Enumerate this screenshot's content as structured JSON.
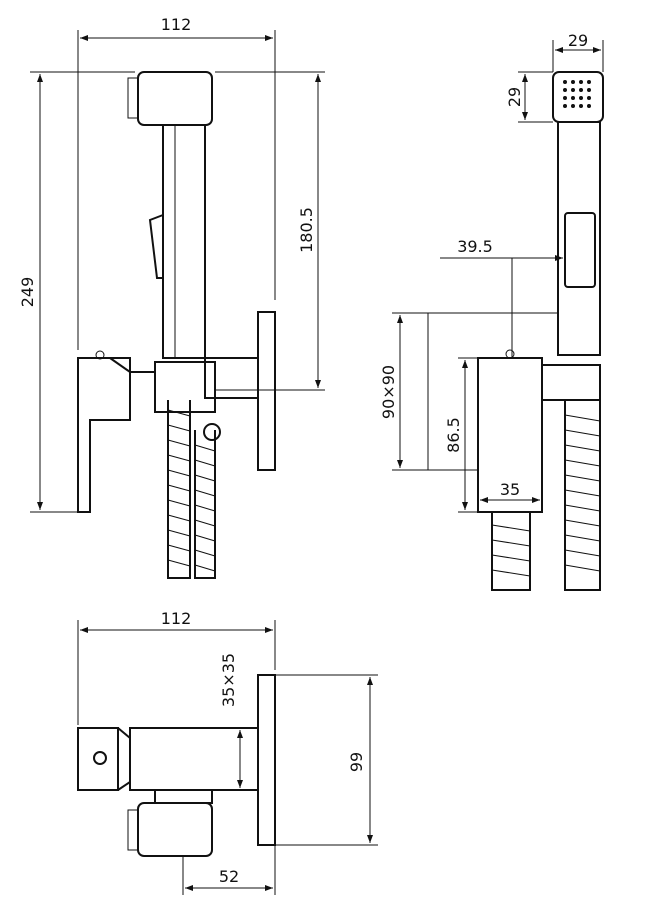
{
  "front_view": {
    "width": "112",
    "height": "249",
    "hose_height": "180.5"
  },
  "side_view": {
    "head_width": "29",
    "head_height": "29",
    "offset": "39.5",
    "plate": "90×90",
    "body_height": "86.5",
    "body_width": "35"
  },
  "bottom_view": {
    "width": "112",
    "body_section": "35×35",
    "depth": "99",
    "offset": "52"
  },
  "colors": {
    "line": "#111111",
    "background": "#ffffff"
  }
}
